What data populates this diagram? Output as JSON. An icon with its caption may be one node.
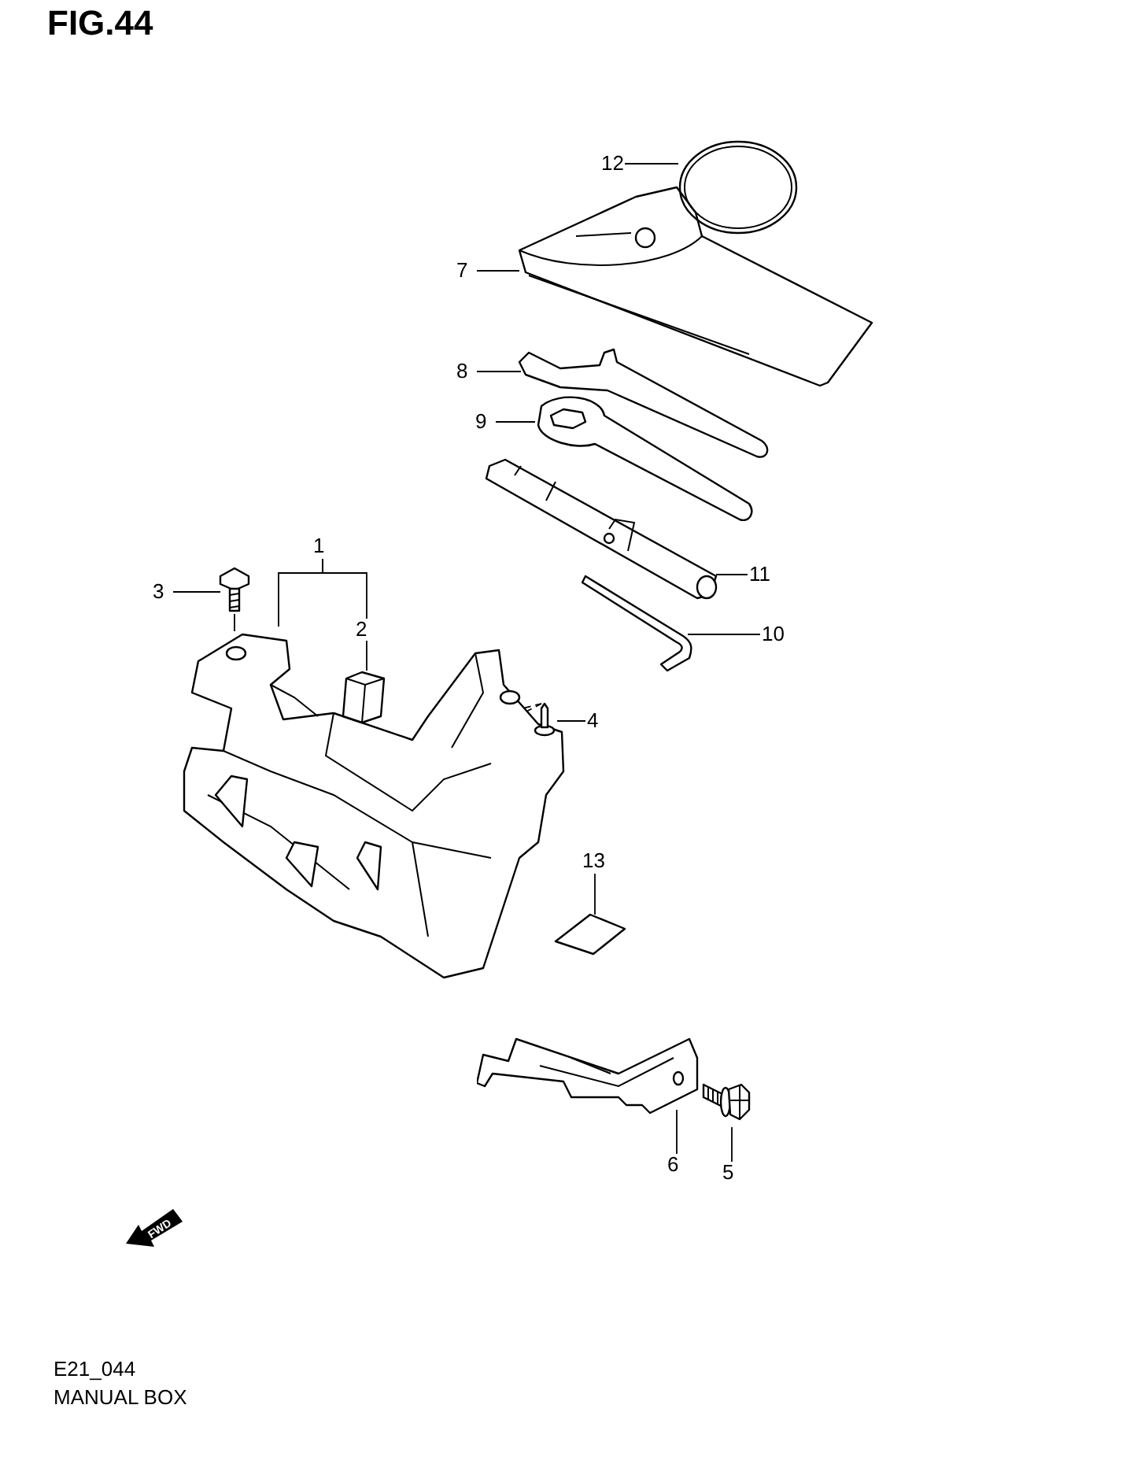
{
  "diagram": {
    "title": "FIG.44",
    "caption": "MANUAL BOX",
    "nodes": [
      {
        "text": [
          "1"
        ]
      },
      {
        "text": [],
        "shape": "picture"
      },
      {
        "text": [
          "2"
        ]
      },
      {
        "text": [],
        "shape": "picture"
      },
      {
        "text": [
          "3"
        ]
      },
      {
        "text": [],
        "shape": "picture"
      },
      {
        "text": [
          "4"
        ]
      },
      {
        "text": [],
        "shape": "picture"
      },
      {
        "text": [
          "5"
        ]
      },
      {
        "text": [],
        "shape": "picture"
      },
      {
        "text": [
          "6"
        ]
      },
      {
        "text": [],
        "shape": "picture"
      },
      {
        "text": [
          "7"
        ]
      },
      {
        "text": [],
        "shape": "picture"
      },
      {
        "text": [
          "8"
        ]
      },
      {
        "text": [],
        "shape": "picture"
      },
      {
        "text": [
          "9"
        ]
      },
      {
        "text": [],
        "shape": "picture"
      },
      {
        "text": [
          "10"
        ]
      },
      {
        "text": [],
        "shape": "picture"
      },
      {
        "text": [
          "11"
        ]
      },
      {
        "text": [],
        "shape": "picture"
      },
      {
        "text": [
          "12"
        ]
      },
      {
        "text": [],
        "shape": "picture"
      },
      {
        "text": [
          "13"
        ]
      },
      {
        "text": [],
        "shape": "picture"
      }
    ],
    "edges": [
      {
        "from": 0,
        "to": 1,
        "arrow": "none"
      },
      {
        "from": 0,
        "to": 2,
        "arrow": "none"
      },
      {
        "from": 2,
        "to": 3,
        "arrow": "none"
      },
      {
        "from": 4,
        "to": 5,
        "arrow": "none"
      },
      {
        "from": 5,
        "to": 1,
        "arrow": "none"
      },
      {
        "from": 6,
        "to": 7,
        "arrow": "none"
      },
      {
        "from": 7,
        "to": 1,
        "arrow": "none",
        "style": "dashed"
      },
      {
        "from": 7,
        "to": 1,
        "arrow": "none",
        "style": "dashed"
      },
      {
        "from": 8,
        "to": 9,
        "arrow": "none"
      },
      {
        "from": 10,
        "to": 11,
        "arrow": "none"
      },
      {
        "from": 12,
        "to": 13,
        "arrow": "none"
      },
      {
        "from": 14,
        "to": 15,
        "arrow": "none"
      },
      {
        "from": 16,
        "to": 17,
        "arrow": "none"
      },
      {
        "from": 18,
        "to": 19,
        "arrow": "none"
      },
      {
        "from": 20,
        "to": 21,
        "arrow": "none"
      },
      {
        "from": 22,
        "to": 23,
        "arrow": "none"
      },
      {
        "from": 24,
        "to": 25,
        "arrow": "none"
      }
    ],
    "labels": [
      "FWD",
      "E21_044"
    ]
  }
}
